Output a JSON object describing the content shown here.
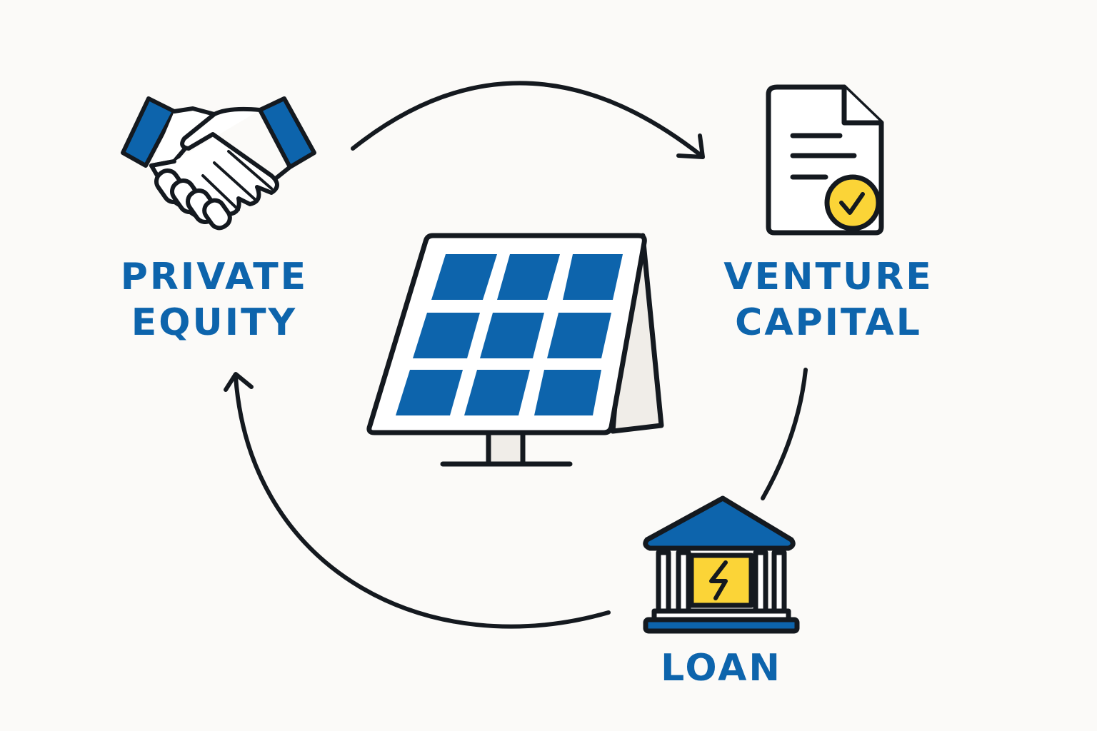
{
  "colors": {
    "accent_blue": "#0d64ac",
    "accent_yellow": "#fbd437",
    "outline": "#14191f",
    "background": "#fbfaf8",
    "panel_frame": "#f0ede8"
  },
  "nodes": {
    "private_equity": {
      "label_line1": "PRIVATE",
      "label_line2": "EQUITY",
      "icon": "handshake-icon"
    },
    "venture_capital": {
      "label_line1": "VENTURE",
      "label_line2": "CAPITAL",
      "icon": "contract-document-icon"
    },
    "loan": {
      "label": "LOAN",
      "icon": "bank-icon"
    },
    "center": {
      "icon": "solar-panel-icon"
    }
  }
}
